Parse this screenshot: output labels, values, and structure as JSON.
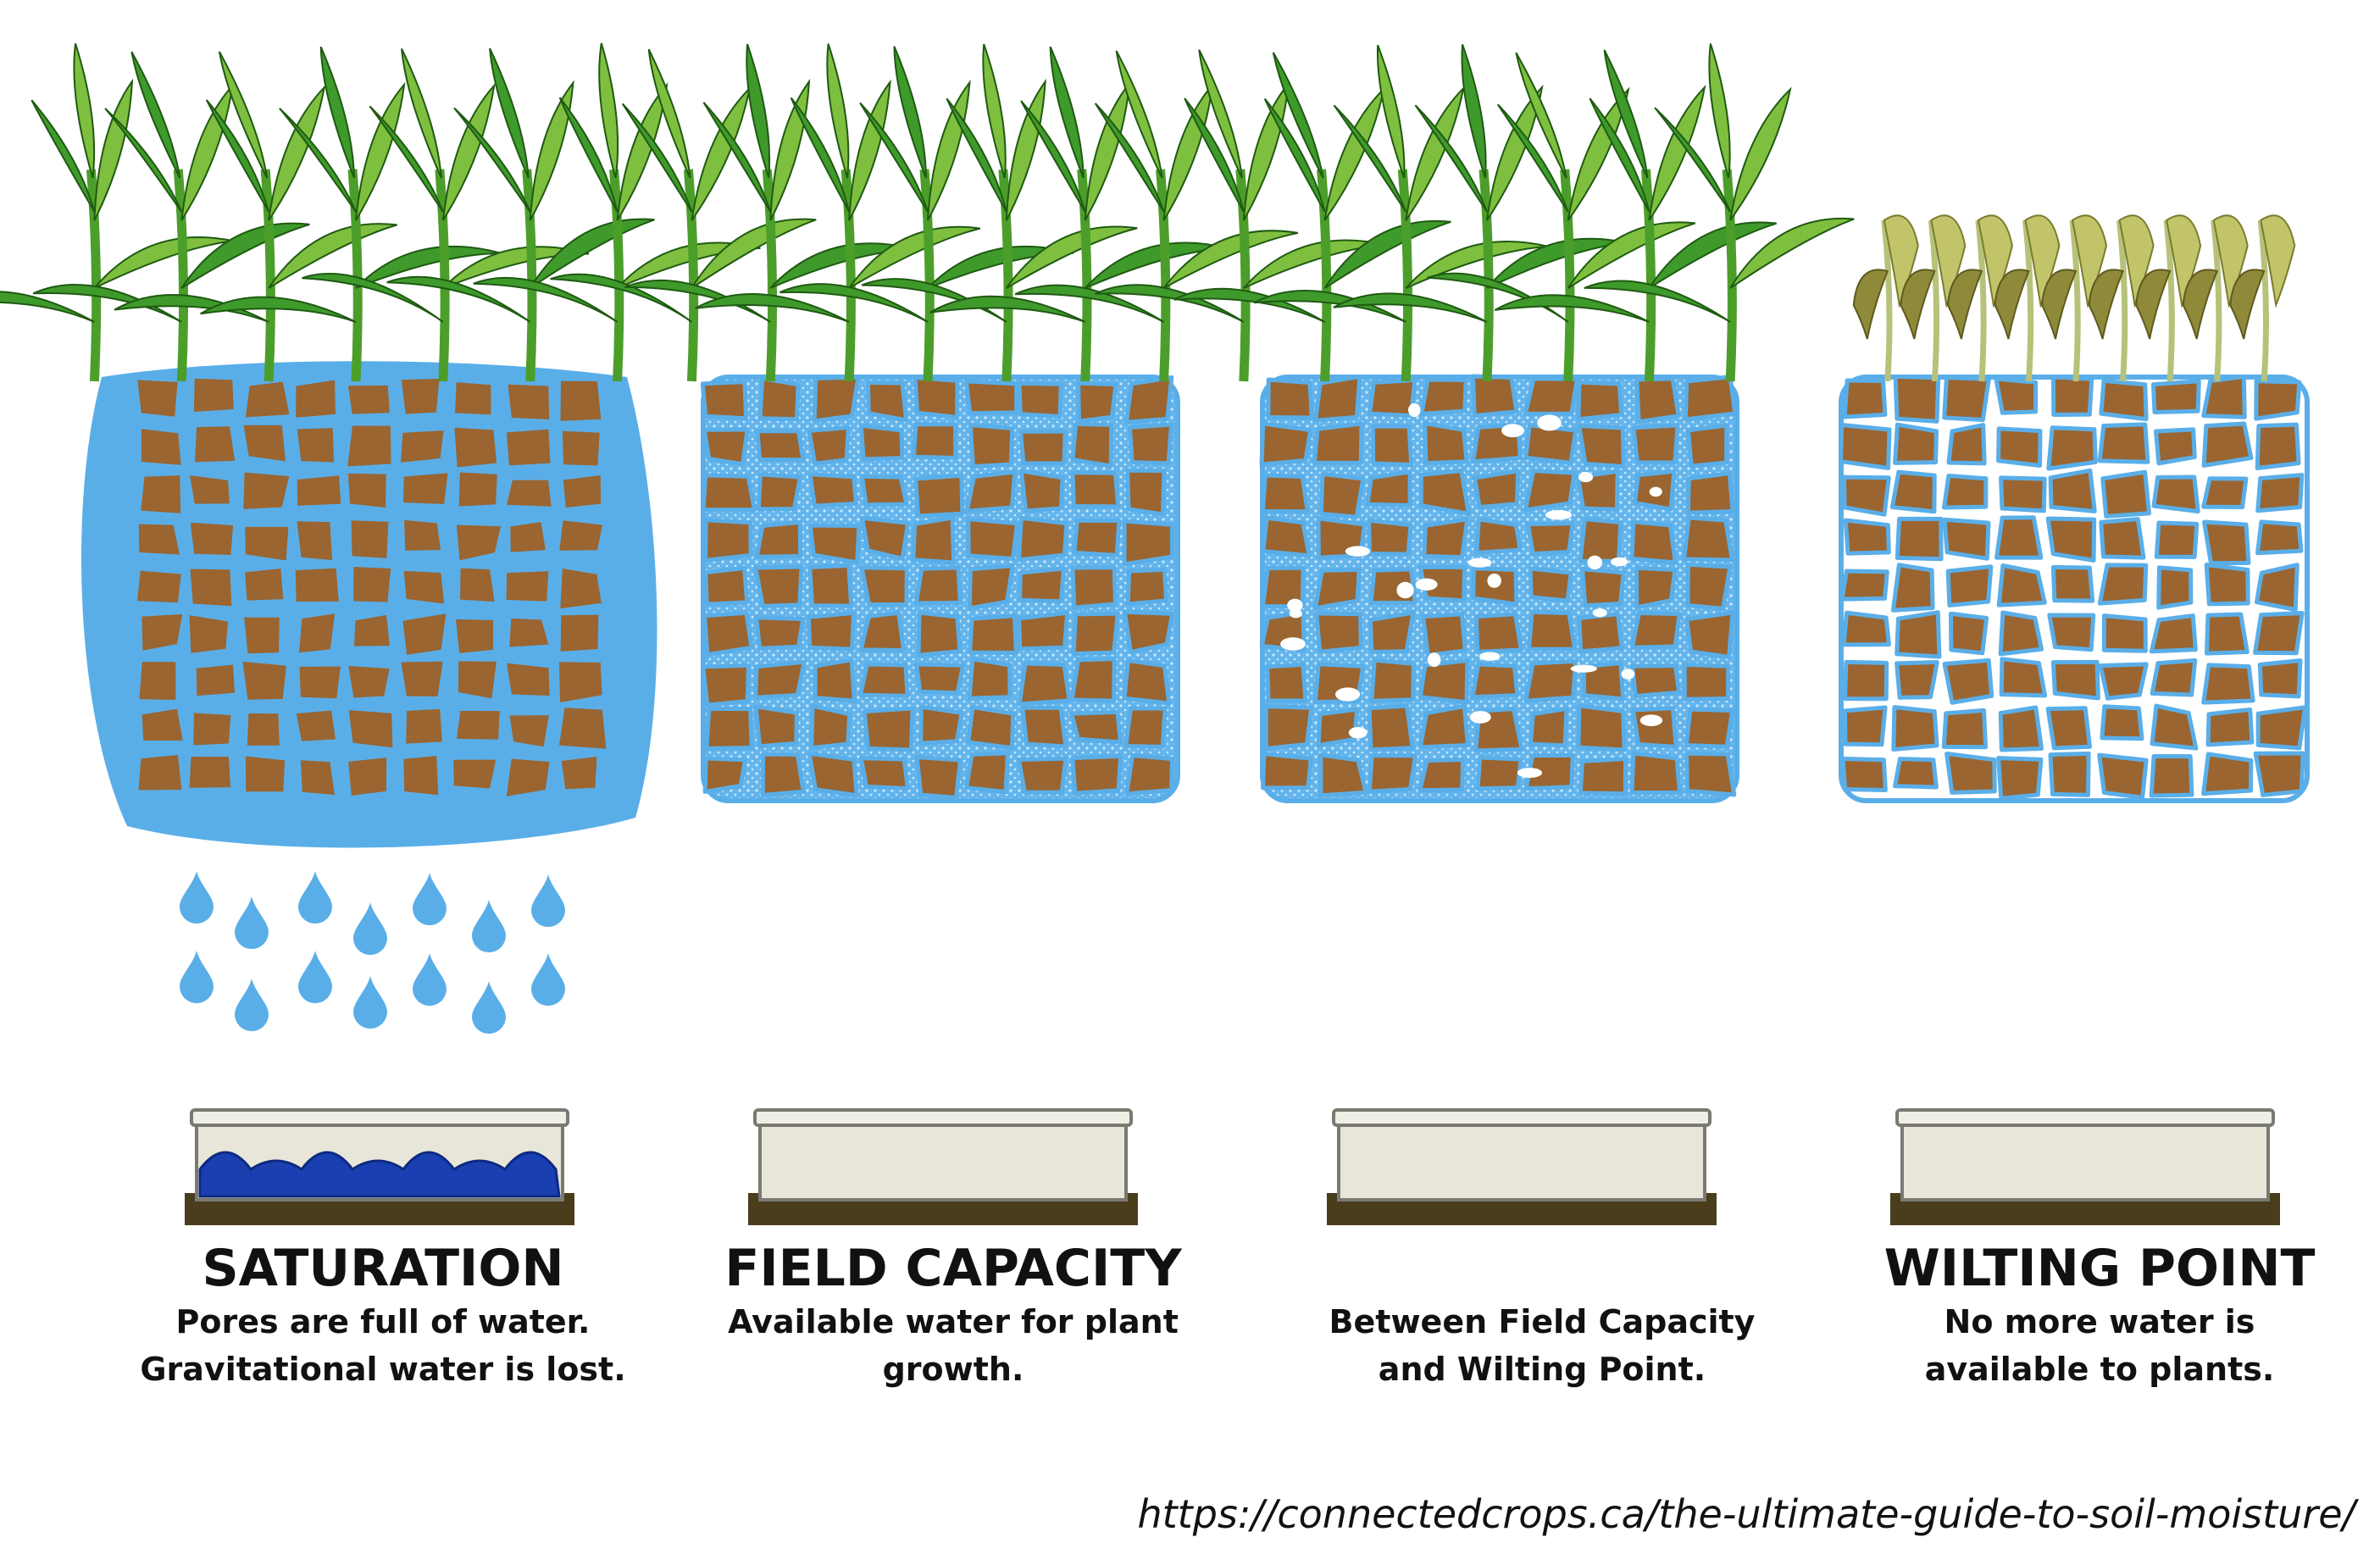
{
  "stages": [
    {
      "id": "saturation",
      "title": "SATURATION",
      "lines": [
        "Pores are full of water.",
        "Gravitational water is lost."
      ],
      "plant_state": "healthy-drooping",
      "water_level": "full",
      "drains": true
    },
    {
      "id": "field-capacity",
      "title": "FIELD CAPACITY",
      "lines": [
        "Available water for plant",
        "growth."
      ],
      "plant_state": "healthy",
      "water_level": "films"
    },
    {
      "id": "between",
      "title": "",
      "lines": [
        "Between Field Capacity",
        "and Wilting Point."
      ],
      "plant_state": "healthy",
      "water_level": "partial"
    },
    {
      "id": "wilting-point",
      "title": "WILTING POINT",
      "lines": [
        "No more water is",
        "available to plants."
      ],
      "plant_state": "wilted",
      "water_level": "none"
    }
  ],
  "source_url": "https://connectedcrops.ca/the-ultimate-guide-to-soil-moisture/",
  "colors": {
    "water": "#5aaee8",
    "soil": "#9a6530",
    "leaf": "#3f9a2c",
    "leaf_light": "#7fbf3f",
    "wilted": "#c2c46a",
    "dish_base": "#4a3d1c",
    "dish_fill": "#e8e6d8",
    "deep_water": "#1a3fb0"
  }
}
